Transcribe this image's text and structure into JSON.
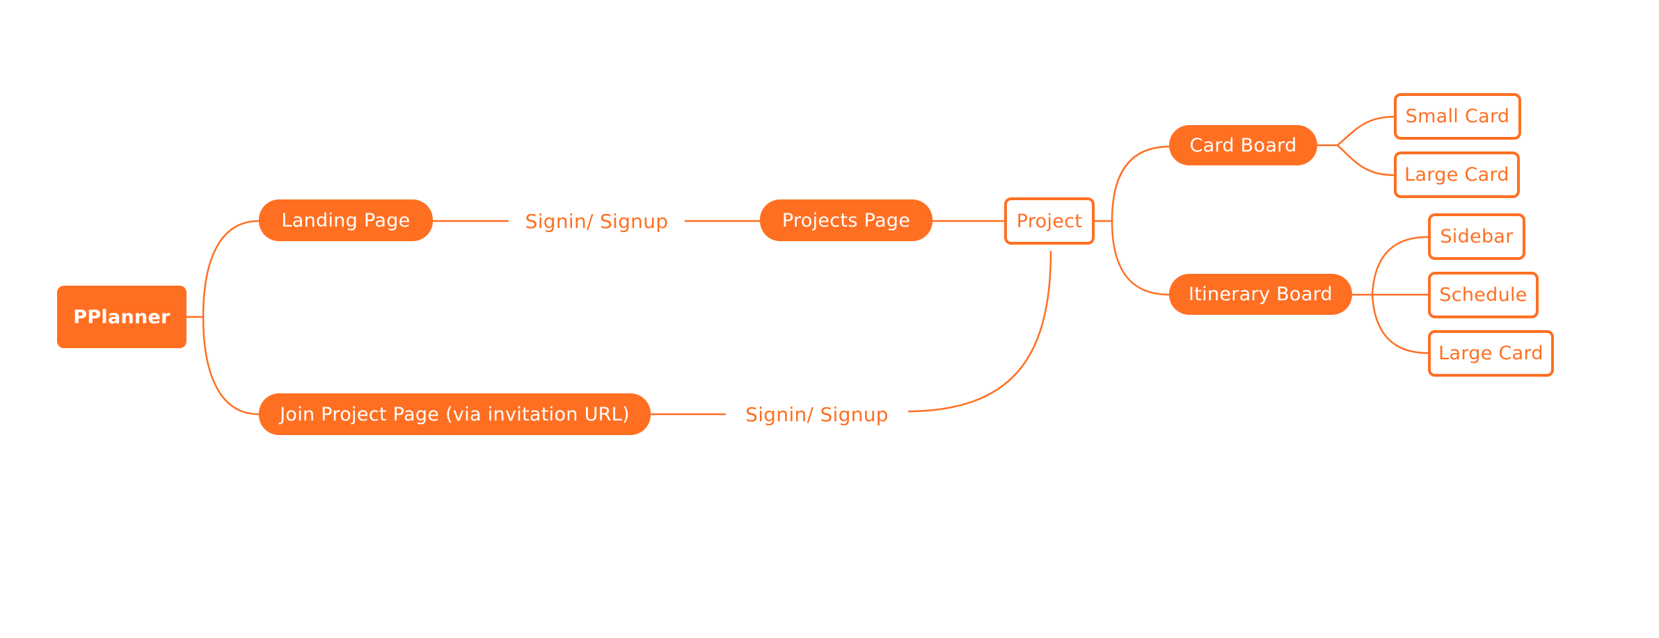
{
  "diagram": {
    "accent_color": "#ff6f22",
    "root": {
      "label": "PPlanner"
    },
    "nodes": {
      "landing_page": "Landing Page",
      "signin_top": "Signin/ Signup",
      "projects_page": "Projects Page",
      "project": "Project",
      "card_board": "Card Board",
      "small_card": "Small Card",
      "large_card_top": "Large Card",
      "itinerary_board": "Itinerary Board",
      "sidebar": "Sidebar",
      "schedule": "Schedule",
      "large_card_bottom": "Large Card",
      "join_project_page": "Join Project Page (via invitation URL)",
      "signin_bottom": "Signin/ Signup"
    },
    "edges": [
      [
        "root",
        "landing_page"
      ],
      [
        "root",
        "join_project_page"
      ],
      [
        "landing_page",
        "signin_top"
      ],
      [
        "signin_top",
        "projects_page"
      ],
      [
        "projects_page",
        "project"
      ],
      [
        "join_project_page",
        "signin_bottom"
      ],
      [
        "signin_bottom",
        "project"
      ],
      [
        "project",
        "card_board"
      ],
      [
        "project",
        "itinerary_board"
      ],
      [
        "card_board",
        "small_card"
      ],
      [
        "card_board",
        "large_card_top"
      ],
      [
        "itinerary_board",
        "sidebar"
      ],
      [
        "itinerary_board",
        "schedule"
      ],
      [
        "itinerary_board",
        "large_card_bottom"
      ]
    ]
  }
}
